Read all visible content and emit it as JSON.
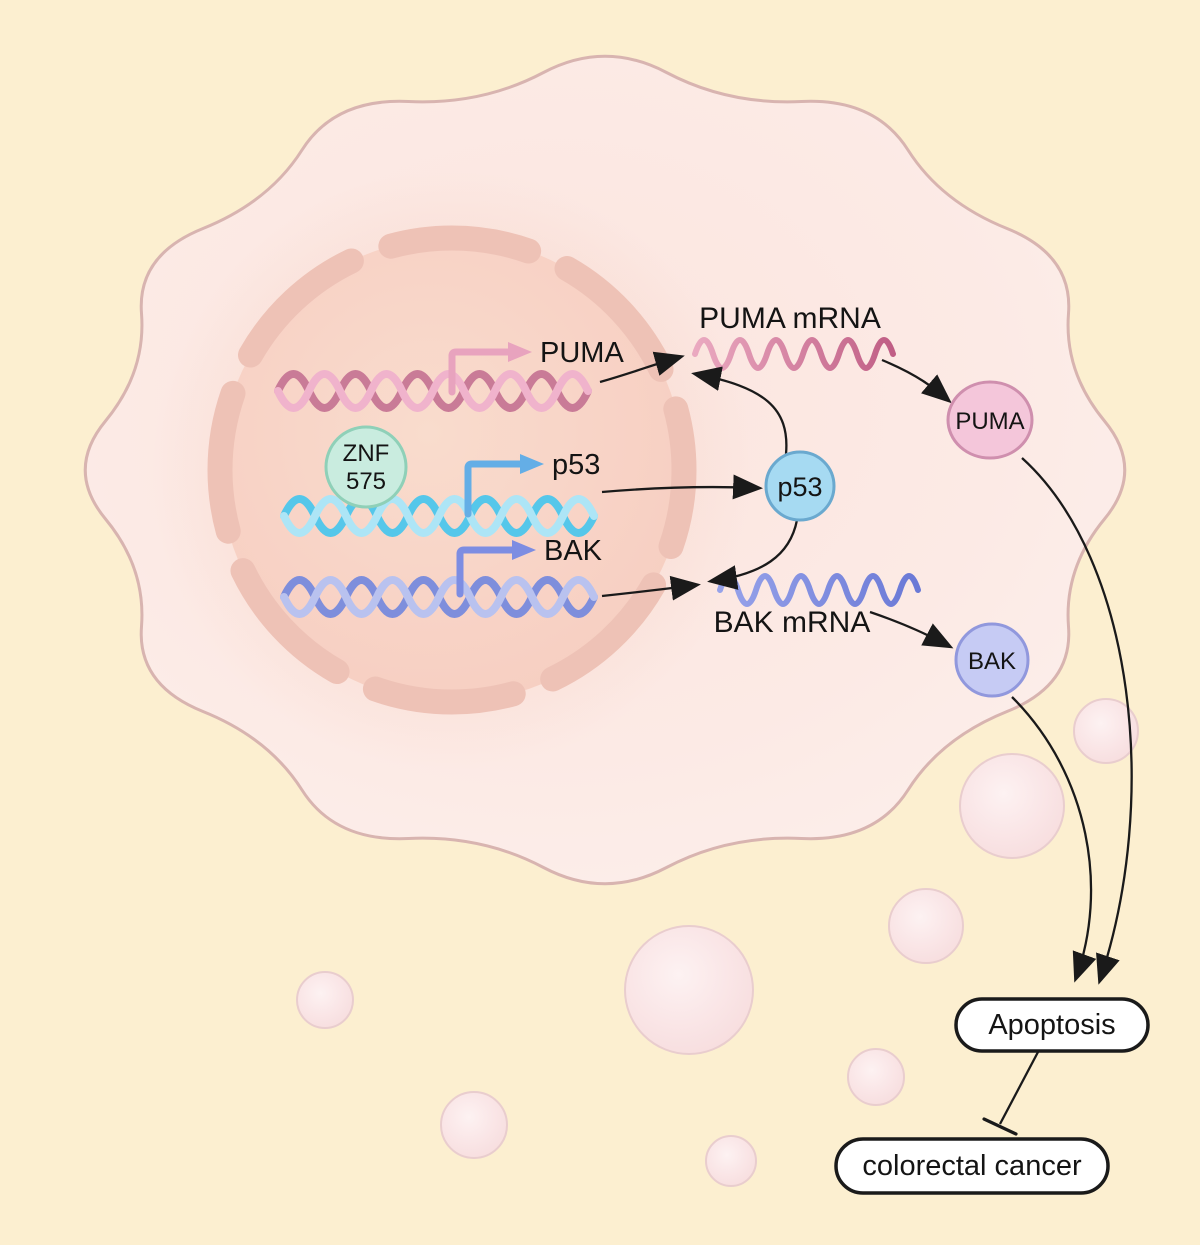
{
  "nucleus": {
    "genes": {
      "puma": {
        "label": "PUMA"
      },
      "p53": {
        "label": "p53"
      },
      "bak": {
        "label": "BAK"
      }
    },
    "znf_badge": {
      "line1": "ZNF",
      "line2": "575"
    }
  },
  "cytoplasm": {
    "puma_mrna": "PUMA mRNA",
    "bak_mrna": "BAK mRNA",
    "proteins": {
      "p53": "p53",
      "puma": "PUMA",
      "bak": "BAK"
    }
  },
  "outcomes": {
    "apoptosis": "Apoptosis",
    "cancer": "colorectal cancer"
  },
  "colors": {
    "background": "#fcefd0",
    "cell_fill": "#fcebe6",
    "cell_stroke": "#d8b4b0",
    "nucleus_fill": "#f8d4c7",
    "nuclear_envelope": "#eec2b6",
    "puma_gene_dark": "#c97b97",
    "puma_gene_light": "#f0b3cc",
    "p53_gene_dark": "#55c7ea",
    "p53_gene_light": "#ade5f6",
    "bak_gene_dark": "#7e8edc",
    "bak_gene_light": "#b9c2ef",
    "puma_promoter_arrow": "#e8a3be",
    "p53_promoter_arrow": "#64aee6",
    "bak_promoter_arrow": "#7d8de2",
    "puma_mrna_start": "#eaa9c0",
    "puma_mrna_end": "#c05e85",
    "bak_mrna_start": "#97a3ea",
    "bak_mrna_end": "#6a79d6",
    "znf_fill": "#c9ecdf",
    "znf_stroke": "#8fd0b8",
    "p53_protein_fill": "#a6daf2",
    "p53_protein_stroke": "#6aa9cf",
    "puma_protein_fill": "#f4c6da",
    "puma_protein_stroke": "#cf8fae",
    "bak_protein_fill": "#c6cbf4",
    "bak_protein_stroke": "#9198dd",
    "vesicle_fill": "#fae6e7",
    "vesicle_stroke": "#e9cdce",
    "arrow": "#1a1a1a",
    "box_fill": "#ffffff",
    "box_stroke": "#1a1a1a"
  }
}
